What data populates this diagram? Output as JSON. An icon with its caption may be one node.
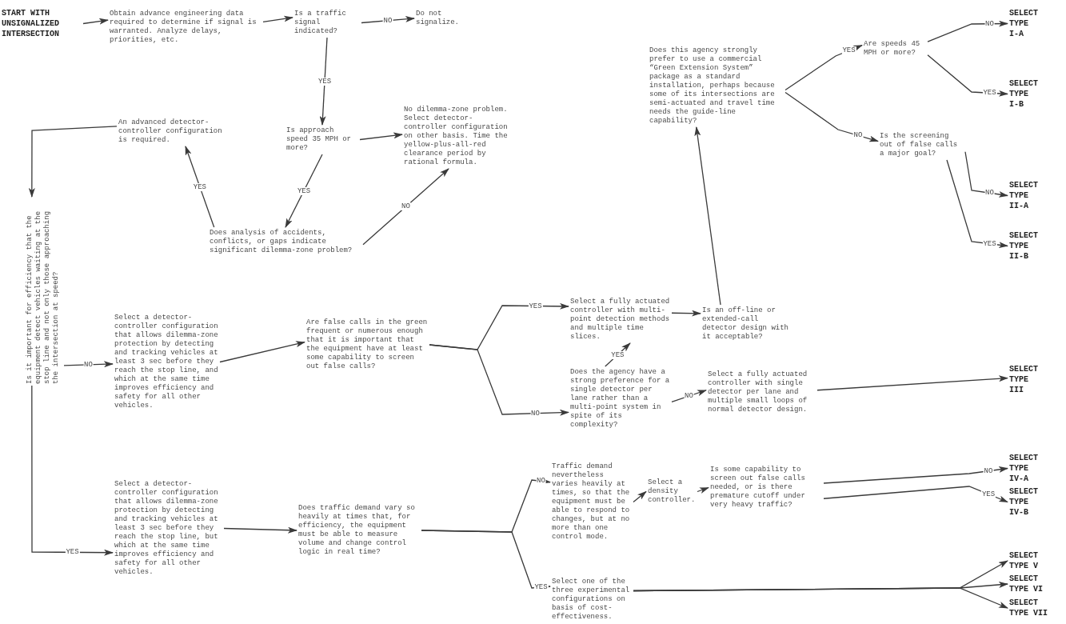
{
  "diagram": {
    "nodes": [
      {
        "text": [
          "START WITH UNSIGNALIZED INTERSECTION"
        ]
      },
      {
        "text": [
          "Obtain advance engineering data required to determine if signal is warranted. Analyze delays, priorities, etc."
        ]
      },
      {
        "text": [
          "Is a traffic signal indicated?"
        ]
      },
      {
        "text": [
          "Do not signalize."
        ]
      },
      {
        "text": [
          "Is approach speed 35 MPH or more?"
        ]
      },
      {
        "text": [
          "No dilemma-zone problem. Select detector-controller configuration on other basis. Time the yellow-plus-all-red clearance period by rational formula."
        ]
      },
      {
        "text": [
          "An advanced detector-controller configuration is required."
        ]
      },
      {
        "text": [
          "Does analysis of accidents, conflicts, or gaps indicate significant dilemma-zone problem?"
        ]
      },
      {
        "text": [
          "Is it important for efficiency that the equipment detect vehicles waiting at the stop line and not only those approaching the intersection at speed?"
        ]
      },
      {
        "text": [
          "Select a detector-controller configuration that allows dilemma-zone protection by detecting and tracking vehicles at least 3 sec before they reach the stop line, and which at the same time improves efficiency and safety for all other vehicles."
        ]
      },
      {
        "text": [
          "Are false calls in the green frequent or numerous enough that it is important that the equipment have at least some capability to screen out false calls?"
        ]
      },
      {
        "text": [
          "Select a fully actuated controller with multi-point detection methods and multiple time slices."
        ]
      },
      {
        "text": [
          "Is an off-line or extended-call detector design with it acceptable?"
        ]
      },
      {
        "text": [
          "Does this agency strongly prefer to use a commercial “Green Extension System” package as a standard installation, perhaps because some of its intersections are semi-actuated and travel time needs the guide-line capability?"
        ]
      },
      {
        "text": [
          "Are speeds 45 MPH or more?"
        ]
      },
      {
        "text": [
          "SELECT TYPE I-A"
        ]
      },
      {
        "text": [
          "SELECT TYPE I-B"
        ]
      },
      {
        "text": [
          "Is the screening out of false calls a major goal?"
        ]
      },
      {
        "text": [
          "SELECT TYPE II-A"
        ]
      },
      {
        "text": [
          "SELECT TYPE II-B"
        ]
      },
      {
        "text": [
          "Does the agency have a strong preference for a single detector per lane rather than a multi-point system in spite of its complexity?"
        ]
      },
      {
        "text": [
          "Select a fully actuated controller with single detector per lane and multiple small loops of normal detector design."
        ]
      },
      {
        "text": [
          "SELECT TYPE III"
        ]
      },
      {
        "text": [
          "Select a detector-controller configuration that allows dilemma-zone protection by detecting and tracking vehicles at least 3 sec before they reach the stop line, but which at the same time improves efficiency and safety for all other vehicles."
        ]
      },
      {
        "text": [
          "Does traffic demand vary so heavily at times that, for efficiency, the equipment must be able to measure volume and change control logic in real time?"
        ]
      },
      {
        "text": [
          "Traffic demand nevertheless varies heavily at times, so that the equipment must be able to respond to changes, but at no more than one control mode."
        ]
      },
      {
        "text": [
          "Select a density controller."
        ]
      },
      {
        "text": [
          "Is some capability to screen out false calls needed, or is there premature cutoff under very heavy traffic?"
        ]
      },
      {
        "text": [
          "SELECT TYPE IV-A"
        ]
      },
      {
        "text": [
          "SELECT TYPE IV-B"
        ]
      },
      {
        "text": [
          "Select one of the three experimental configurations on basis of cost-effectiveness."
        ]
      },
      {
        "text": [
          "SELECT TYPE V"
        ]
      },
      {
        "text": [
          "SELECT TYPE VI"
        ]
      },
      {
        "text": [
          "SELECT TYPE VII"
        ]
      }
    ],
    "edges": [
      {
        "from": 0,
        "to": 1,
        "arrow": "to"
      },
      {
        "from": 1,
        "to": 2,
        "arrow": "to"
      },
      {
        "from": 2,
        "to": 3,
        "arrow": "to",
        "label": "NO"
      },
      {
        "from": 2,
        "to": 4,
        "arrow": "to",
        "label": "YES"
      },
      {
        "from": 4,
        "to": 5,
        "arrow": "to"
      },
      {
        "from": 4,
        "to": 7,
        "arrow": "to",
        "label": "YES"
      },
      {
        "from": 7,
        "to": 5,
        "arrow": "to",
        "label": "NO"
      },
      {
        "from": 7,
        "to": 6,
        "arrow": "to",
        "label": "YES"
      },
      {
        "from": 6,
        "to": 8,
        "arrow": "to"
      },
      {
        "from": 8,
        "to": 9,
        "arrow": "to",
        "label": "NO"
      },
      {
        "from": 8,
        "to": 23,
        "arrow": "to",
        "label": "YES"
      },
      {
        "from": 9,
        "to": 10,
        "arrow": "to"
      },
      {
        "from": 10,
        "to": 11,
        "arrow": "to",
        "label": "YES"
      },
      {
        "from": 10,
        "to": 20,
        "arrow": "to",
        "label": "NO"
      },
      {
        "from": 11,
        "to": 12,
        "arrow": "to"
      },
      {
        "from": 12,
        "to": 13,
        "arrow": "to"
      },
      {
        "from": 13,
        "to": 14,
        "arrow": "to",
        "label": "YES"
      },
      {
        "from": 13,
        "to": 17,
        "arrow": "to",
        "label": "NO"
      },
      {
        "from": 14,
        "to": 15,
        "arrow": "to",
        "label": "NO"
      },
      {
        "from": 14,
        "to": 16,
        "arrow": "to",
        "label": "YES"
      },
      {
        "from": 17,
        "to": 18,
        "arrow": "to",
        "label": "NO"
      },
      {
        "from": 17,
        "to": 19,
        "arrow": "to",
        "label": "YES"
      },
      {
        "from": 20,
        "to": 11,
        "arrow": "to",
        "label": "YES"
      },
      {
        "from": 20,
        "to": 21,
        "arrow": "to",
        "label": "NO"
      },
      {
        "from": 21,
        "to": 22,
        "arrow": "to"
      },
      {
        "from": 23,
        "to": 24,
        "arrow": "to"
      },
      {
        "from": 24,
        "to": 25,
        "arrow": "to",
        "label": "NO"
      },
      {
        "from": 24,
        "to": 30,
        "arrow": "to",
        "label": "YES"
      },
      {
        "from": 25,
        "to": 26,
        "arrow": "to"
      },
      {
        "from": 26,
        "to": 27,
        "arrow": "to"
      },
      {
        "from": 27,
        "to": 28,
        "arrow": "to",
        "label": "NO"
      },
      {
        "from": 27,
        "to": 29,
        "arrow": "to",
        "label": "YES"
      },
      {
        "from": 30,
        "to": 31,
        "arrow": "to"
      },
      {
        "from": 30,
        "to": 32,
        "arrow": "to"
      },
      {
        "from": 30,
        "to": 33,
        "arrow": "to"
      }
    ]
  }
}
